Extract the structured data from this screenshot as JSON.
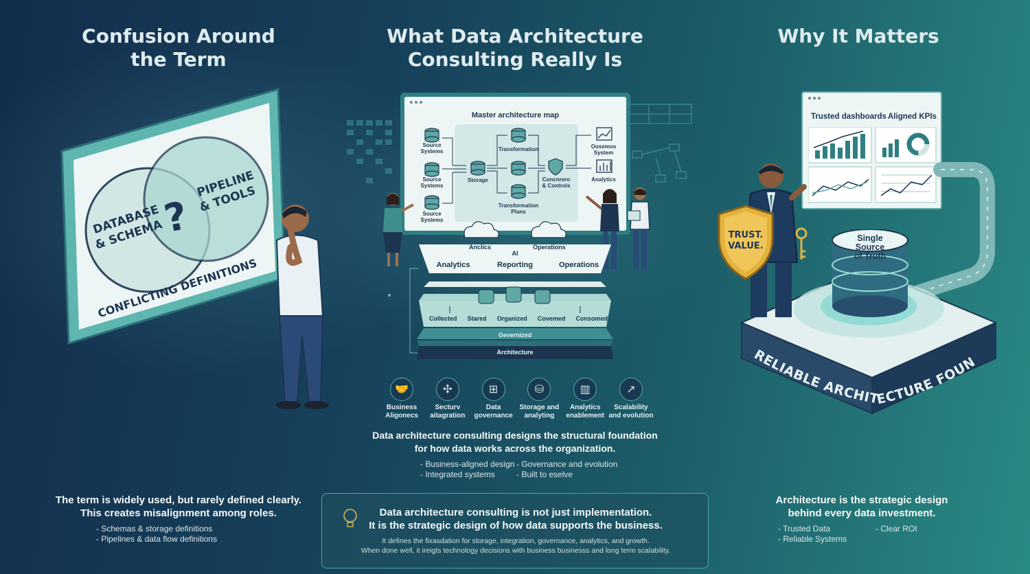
{
  "columns": {
    "left": {
      "title_line1": "Confusion Around",
      "title_line2": "the Term",
      "venn": {
        "left_label_1": "DATABASE",
        "left_label_2": "& SCHEMA",
        "right_label_1": "PIPELINE",
        "right_label_2": "& TOOLS",
        "center": "?",
        "footer": "CONFLICTING DEFINITIONS"
      },
      "summary_line1": "The term is widely used, but rarely defined clearly.",
      "summary_line2": "This creates misalignment among roles.",
      "bullets": [
        "- Schemas & storage definitions",
        "- Pipelines & data flow definitions"
      ]
    },
    "center": {
      "title_line1": "What Data Architecture",
      "title_line2": "Consulting Really Is",
      "map": {
        "title": "Master architecture map",
        "sources": [
          "Source Systems",
          "Source Systems",
          "Source Systems"
        ],
        "storage": "Storage",
        "transformation": "Transformation",
        "transformation_plans": "Transformation Plans",
        "controls": "Concnrero & Controls",
        "outputs": [
          "Oosemos System",
          "Analytics"
        ]
      },
      "stack": {
        "cloud_left": "Anclics",
        "cloud_right": "Operations",
        "ai": "AI",
        "top": [
          "Analytics",
          "Reporting",
          "Operations"
        ],
        "lifecycle": [
          "Collected",
          "Stared",
          "Organized",
          "Covemed",
          "Consomed"
        ],
        "governed": "Gevernized",
        "architecture": "Architecture"
      },
      "capabilities": [
        {
          "icon": "handshake-icon",
          "line1": "Business",
          "line2": "Aligonecs"
        },
        {
          "icon": "network-icon",
          "line1": "Secturv",
          "line2": "aitagration"
        },
        {
          "icon": "hierarchy-icon",
          "line1": "Data",
          "line2": "governance"
        },
        {
          "icon": "database-icon",
          "line1": "Storage and",
          "line2": "analyting"
        },
        {
          "icon": "bar-chart-icon",
          "line1": "Analytics",
          "line2": "enablement"
        },
        {
          "icon": "growth-chart-icon",
          "line1": "Scalability",
          "line2": "and evolution"
        }
      ],
      "definition_line1": "Data architecture consulting designs the structural foundation",
      "definition_line2": "for how data works across the organization.",
      "bullets_left": [
        "- Business-aligned design",
        "- Integrated systems"
      ],
      "bullets_right": [
        "- Governance and evolution",
        "- Built to eselve"
      ],
      "callout": {
        "line1": "Data architecture consulting is not just implementation.",
        "line2": "It is the strategic design of how data supports the business.",
        "body1": "It defines the fixasdation for storage, integration, governance, analytics, and growth.",
        "body2": "When done well, it ireigts technology decisions with business businesss and long term scalability."
      }
    },
    "right": {
      "title": "Why It Matters",
      "dashboard": {
        "label_left": "Trusted dashboards",
        "label_right": "Aligned KPIs"
      },
      "shield_line1": "TRUST.",
      "shield_line2": "VALUE.",
      "sot_line1": "Single",
      "sot_line2": "Source",
      "sot_line3": "of Truth",
      "platform": "RELIABLE ARCHITECTURE FOUNDATION",
      "summary_line1": "Architecture is the strategic design",
      "summary_line2": "behind every data investment.",
      "bullets_left": [
        "- Trusted Data",
        "- Reliable Systems"
      ],
      "bullets_right": [
        "- Clear ROI"
      ]
    }
  },
  "colors": {
    "accent": "#5fc8c0",
    "panel": "#e9f3f2",
    "navy": "#1d3550",
    "gold": "#e3b23c"
  }
}
